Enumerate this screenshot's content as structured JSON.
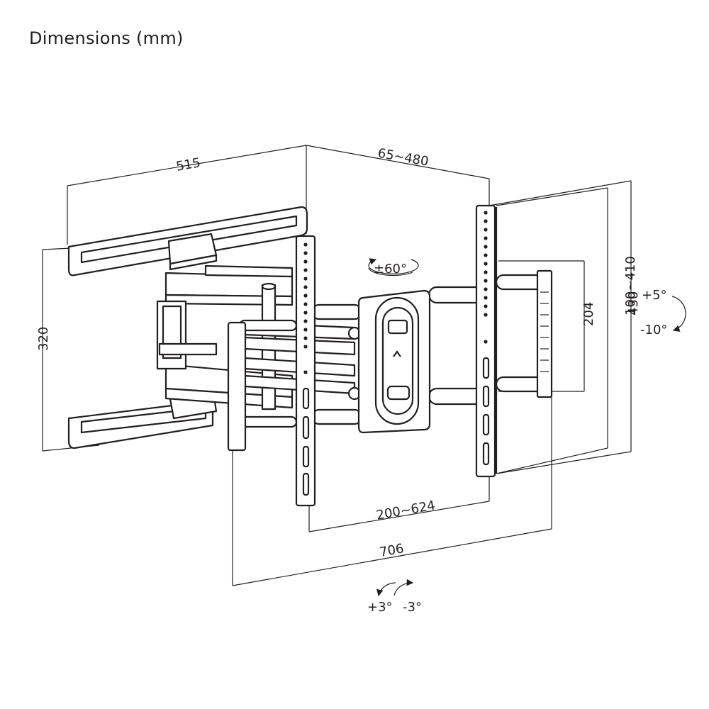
{
  "title": "Dimensions (mm)",
  "dimensions": {
    "arm_depth": "515",
    "plate_extension": "65~480",
    "wall_plate_height": "320",
    "inner_vesa_height": "204",
    "vesa_vertical_range": "100~410",
    "bracket_height": "430",
    "vesa_horizontal_range": "200~624",
    "overall_width": "706"
  },
  "angles": {
    "swivel": "±60°",
    "tilt_up": "+5°",
    "tilt_down": "-10°",
    "level_plus": "+3°",
    "level_minus": "-3°"
  }
}
